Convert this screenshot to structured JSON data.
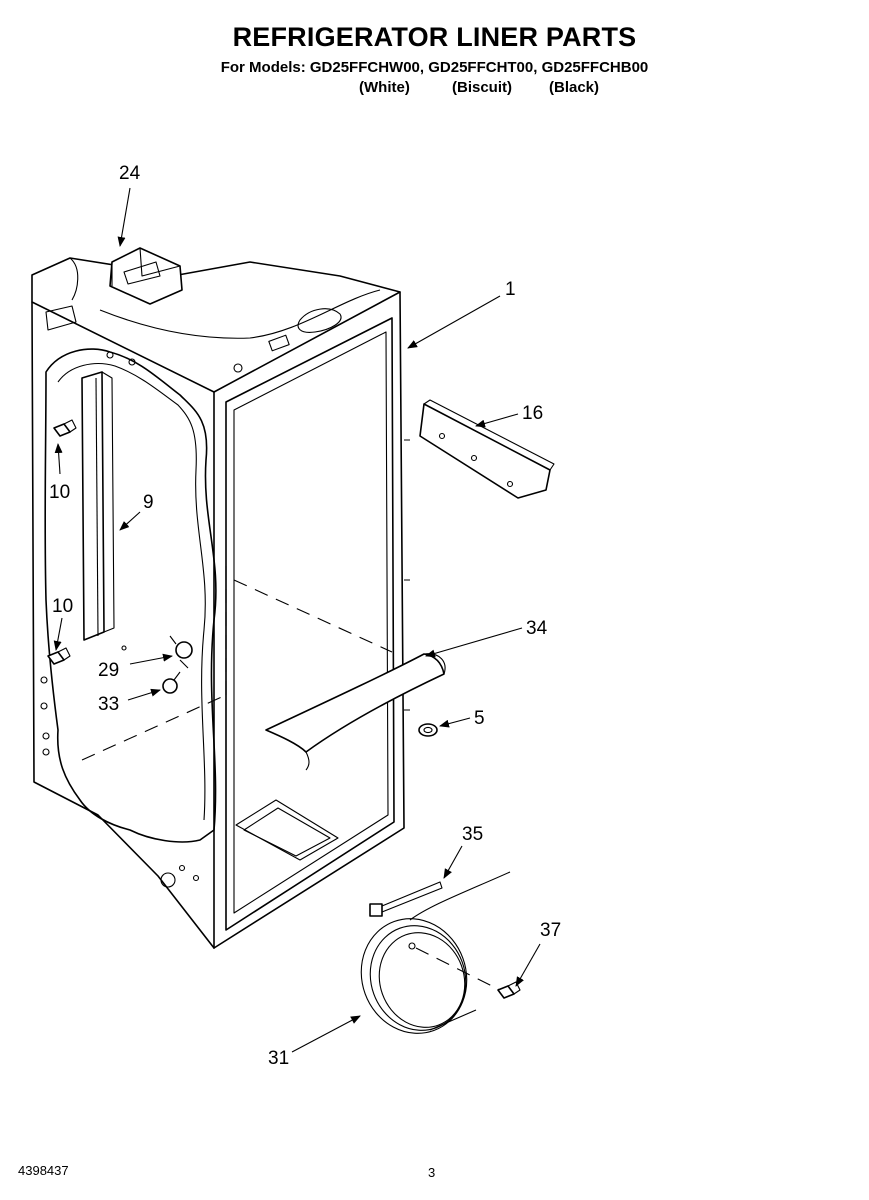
{
  "header": {
    "title": "REFRIGERATOR LINER PARTS",
    "models_line": "For Models: GD25FFCHW00, GD25FFCHT00, GD25FFCHB00",
    "variants": [
      "(White)",
      "(Biscuit)",
      "(Black)"
    ]
  },
  "diagram": {
    "callouts": [
      {
        "id": "1",
        "label": "1"
      },
      {
        "id": "5",
        "label": "5"
      },
      {
        "id": "9",
        "label": "9"
      },
      {
        "id": "10a",
        "label": "10"
      },
      {
        "id": "10b",
        "label": "10"
      },
      {
        "id": "16",
        "label": "16"
      },
      {
        "id": "24",
        "label": "24"
      },
      {
        "id": "29",
        "label": "29"
      },
      {
        "id": "31",
        "label": "31"
      },
      {
        "id": "33",
        "label": "33"
      },
      {
        "id": "34",
        "label": "34"
      },
      {
        "id": "35",
        "label": "35"
      },
      {
        "id": "37",
        "label": "37"
      }
    ]
  },
  "footer": {
    "doc_number": "4398437",
    "page_number": "3"
  }
}
